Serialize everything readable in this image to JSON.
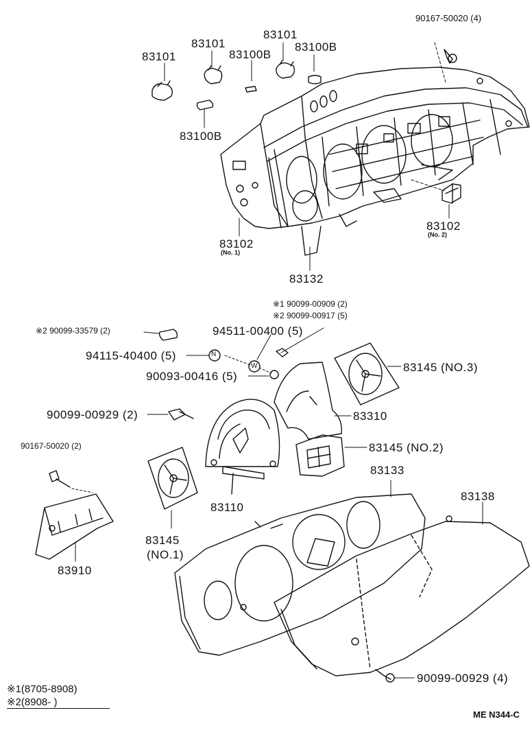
{
  "labels": {
    "p90167_top": "90167-50020 (4)",
    "p83101_a": "83101",
    "p83101_b": "83101",
    "p83101_c": "83101",
    "p83100b_a": "83100B",
    "p83100b_b": "83100B",
    "p83100b_c": "83100B",
    "p83102_r": "83102",
    "p83102_r_sub": "(No. 2)",
    "p83102_l": "83102",
    "p83102_l_sub": "(No. 1)",
    "p83132": "83132",
    "p90099_09": "※1 90099-00909 (2)",
    "p90099_17": "※2 90099-00917 (5)",
    "p90099_335": "※2 90099-33579 (2)",
    "p94511": "94511-00400 (5)",
    "p94115": "94115-40400 (5)",
    "p90093": "90093-00416 (5)",
    "p83145_3": "83145 (NO.3)",
    "p83310": "83310",
    "p90099_29a": "90099-00929 (2)",
    "p83145_2": "83145 (NO.2)",
    "p90167_left": "90167-50020 (2)",
    "p83133": "83133",
    "p83138": "83138",
    "p83110": "83110",
    "p83145_1": "83145",
    "p83145_1_sub": "(NO.1)",
    "p83910": "83910",
    "p90099_29b": "90099-00929 (4)",
    "nut_n": "N",
    "nut_w": "W"
  },
  "legend": {
    "line1": "※1(8705-8908)",
    "line2": "※2(8908-        )"
  },
  "code": "ME N344-C"
}
